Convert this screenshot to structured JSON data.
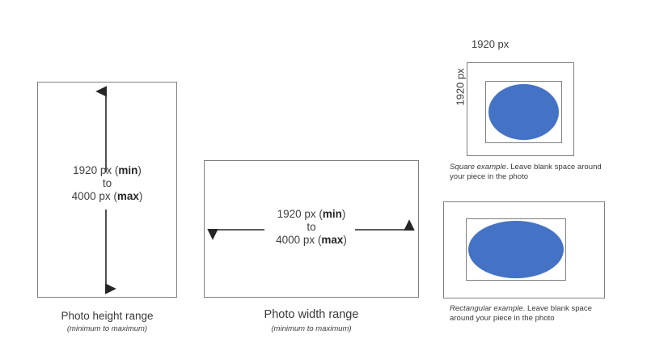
{
  "diagram": {
    "accent_color": "#4472C4",
    "line_color": "#7f7f7f",
    "arrow_color": "#262626",
    "text_color": "#3a3a3a"
  },
  "height_panel": {
    "range_line1_prefix": "1920 px (",
    "range_line1_bold": "min",
    "range_line1_suffix": ")",
    "range_line2": "to",
    "range_line3_prefix": "4000 px (",
    "range_line3_bold": "max",
    "range_line3_suffix": ")",
    "caption": "Photo height range",
    "caption_sub": "(minimum  to maximum)",
    "arrow_name": "vertical-double-arrow"
  },
  "width_panel": {
    "range_line1_prefix": "1920 px (",
    "range_line1_bold": "min",
    "range_line1_suffix": ")",
    "range_line2": "to",
    "range_line3_prefix": "4000 px (",
    "range_line3_bold": "max",
    "range_line3_suffix": ")",
    "caption": "Photo width range",
    "caption_sub": "(minimum to maximum)",
    "arrow_name": "horizontal-double-arrow"
  },
  "square_example": {
    "label_top": "1920 px",
    "label_left": "1920 px",
    "caption_italic": "Square example",
    "caption_rest": ". Leave blank space around your piece in the photo"
  },
  "rect_example": {
    "caption_italic": "Rectangular example",
    "caption_rest": ". Leave blank space around your piece in the photo"
  }
}
